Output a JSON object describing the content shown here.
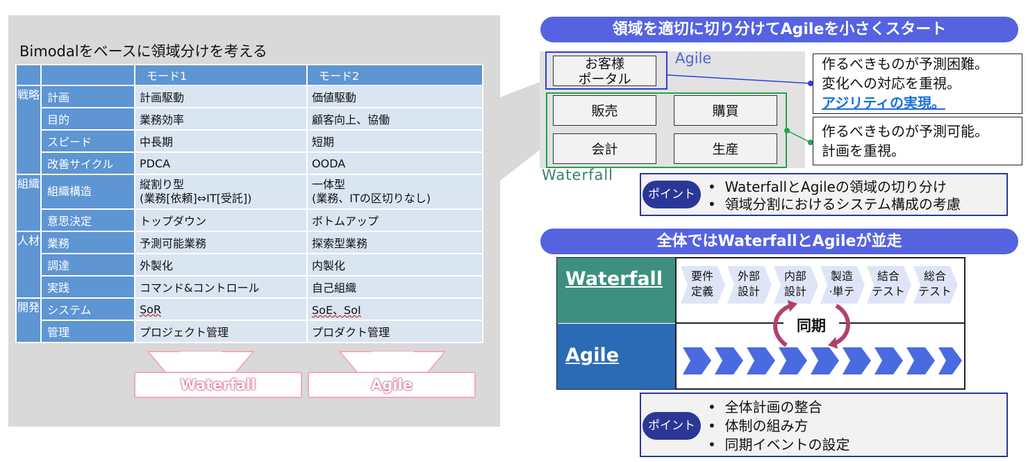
{
  "left": {
    "title": "Bimodalをベースに領域分けを考える",
    "headers": [
      "",
      "",
      "モード1",
      "モード2"
    ],
    "categories": [
      "戦略",
      "組織",
      "人材",
      "開発"
    ],
    "rows": [
      {
        "item": "計画",
        "mode1": "計画駆動",
        "mode2": "価値駆動"
      },
      {
        "item": "目的",
        "mode1": "業務効率",
        "mode2": "顧客向上、協働"
      },
      {
        "item": "スピード",
        "mode1": "中長期",
        "mode2": "短期"
      },
      {
        "item": "改善サイクル",
        "mode1": "PDCA",
        "mode2": "OODA"
      },
      {
        "item": "組織構造",
        "mode1": "縦割り型",
        "mode1_sub": "(業務[依頼]⇔IT[受託])",
        "mode2": "一体型",
        "mode2_sub": "(業務、ITの区切りなし)"
      },
      {
        "item": "意思決定",
        "mode1": "トップダウン",
        "mode2": "ボトムアップ"
      },
      {
        "item": "業務",
        "mode1": "予測可能業務",
        "mode2": "探索型業務"
      },
      {
        "item": "調達",
        "mode1": "外製化",
        "mode2": "内製化"
      },
      {
        "item": "実践",
        "mode1": "コマンド&コントロール",
        "mode2": "自己組織"
      },
      {
        "item": "システム",
        "mode1": "SoR",
        "mode2": "SoE、SoI"
      },
      {
        "item": "管理",
        "mode1": "プロジェクト管理",
        "mode2": "プロダクト管理"
      }
    ],
    "results": {
      "mode1": "Waterfall",
      "mode2": "Agile"
    }
  },
  "top_section": {
    "banner": "領域を適切に切り分けてAgileを小さくスタート",
    "systems": {
      "portal": [
        "お客様",
        "ポータル"
      ],
      "sales": "販売",
      "purchase": "購買",
      "accounting": "会計",
      "production": "生産"
    },
    "agile_label": "Agile",
    "waterfall_label": "Waterfall",
    "agile_note": [
      "作るべきものが予測困難。",
      "変化への対応を重視。"
    ],
    "agile_note_link": "アジリティの実現。",
    "waterfall_note": [
      "作るべきものが予測可能。",
      "計画を重視。"
    ],
    "point_badge": "ポイント",
    "points": [
      "WaterfallとAgileの領域の切り分け",
      "領域分割におけるシステム構成の考慮"
    ]
  },
  "bottom_section": {
    "banner": "全体ではWaterfallとAgileが並走",
    "waterfall_label": "Waterfall",
    "agile_label": "Agile",
    "phases": [
      [
        "要件",
        "定義"
      ],
      [
        "外部",
        "設計"
      ],
      [
        "内部",
        "設計"
      ],
      [
        "製造",
        "·単テ"
      ],
      [
        "結合",
        "テスト"
      ],
      [
        "総合",
        "テスト"
      ]
    ],
    "sync_label": "同期",
    "point_badge": "ポイント",
    "points": [
      "全体計画の整合",
      "体制の組み方",
      "同期イベントの設定"
    ]
  },
  "colors": {
    "table_header": "#5e95d3",
    "table_cell": "#dae5f2",
    "banner": "#5563e0",
    "agile_blue": "#2b6ab5",
    "waterfall_teal": "#3d8f7f",
    "sync_arc": "#b23f6e",
    "point_navy": "#2b3796"
  }
}
